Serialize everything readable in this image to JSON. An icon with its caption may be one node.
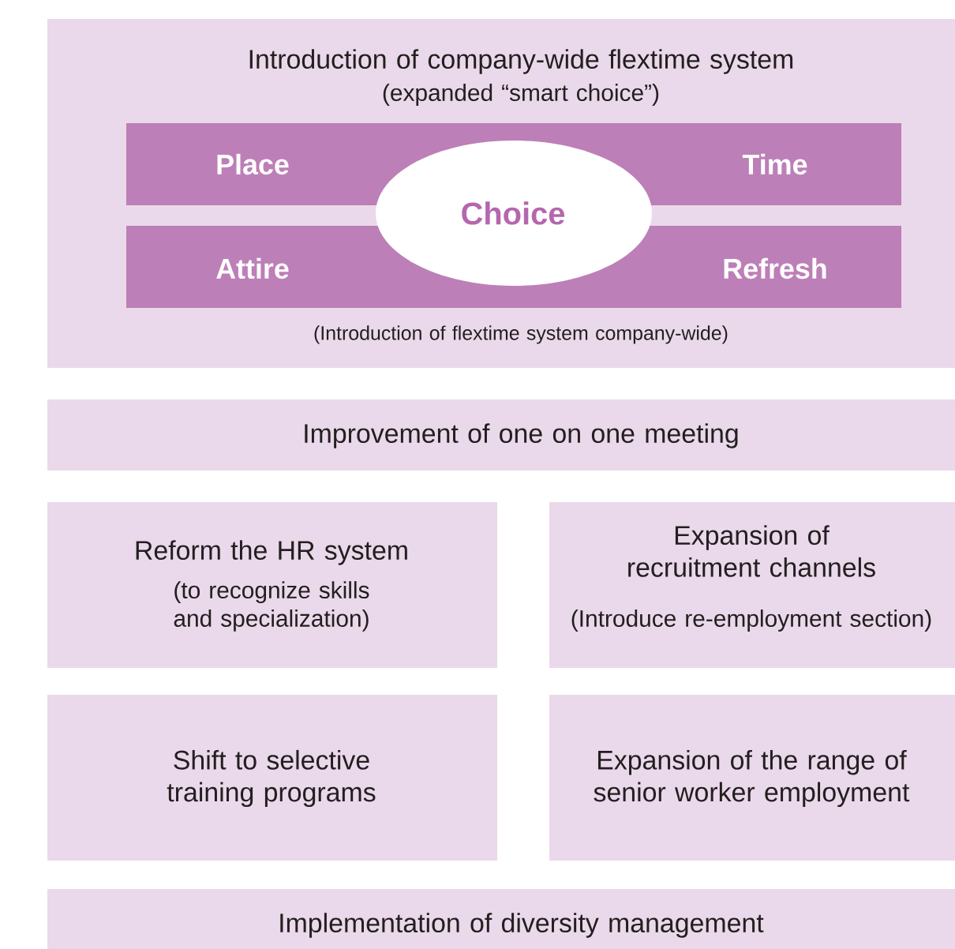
{
  "diagram": {
    "nodes": [
      {
        "text": [
          "Introduction of company-wide flextime system",
          "(expanded “smart choice”)",
          "(Introduction of flextime system company-wide)"
        ]
      },
      {
        "text": [
          "Place",
          "Time"
        ],
        "in": 0
      },
      {
        "text": [
          "Attire",
          "Refresh"
        ],
        "in": 0
      },
      {
        "text": [
          "Choice"
        ],
        "in": 0
      },
      {
        "text": [
          "Improvement of one on one meeting"
        ]
      },
      {
        "text": [
          "Reform the HR system",
          "(to recognize skills and specialization)"
        ]
      },
      {
        "text": [
          "Expansion of recruitment channels",
          "(Introduce re-employment section)"
        ]
      },
      {
        "text": [
          "Shift to selective training programs"
        ]
      },
      {
        "text": [
          "Expansion of the range of senior worker employment"
        ]
      },
      {
        "text": [
          "Implementation of diversity management"
        ]
      }
    ]
  }
}
